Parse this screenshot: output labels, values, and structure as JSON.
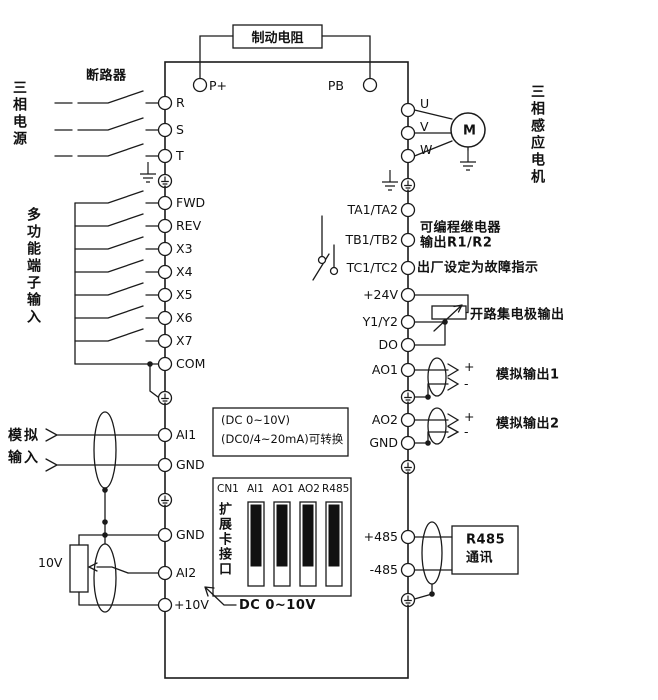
{
  "colors": {
    "line": "#1a1a1a",
    "bg": "#ffffff"
  },
  "top": {
    "brake_resistor": "制动电阻",
    "p_plus": "P+",
    "pb": "PB",
    "breaker": "断路器"
  },
  "left": {
    "supply_label": "三相电源",
    "phase_terminals": [
      "R",
      "S",
      "T"
    ],
    "multi_label": "多功能端子输入",
    "input_terminals": [
      "FWD",
      "REV",
      "X3",
      "X4",
      "X5",
      "X6",
      "X7",
      "COM"
    ],
    "analog_label": "模拟输入",
    "ai1": "AI1",
    "gnd_upper": "GND",
    "gnd_lower": "GND",
    "ai2": "AI2",
    "p10v": "+10V",
    "pot": "10V"
  },
  "center": {
    "note_line1": "(DC 0~10V)",
    "note_line2": "(DC0/4~20mA)可转换",
    "cn1": "CN1",
    "card_cols": [
      "AI1",
      "AO1",
      "AO2",
      "R485"
    ],
    "card_label": "扩展卡接口",
    "dc_range": "DC 0~10V"
  },
  "right": {
    "motor_label": "M",
    "motor_caption": "三相感应电机",
    "output_terminals": [
      "U",
      "V",
      "W"
    ],
    "relay_terminals": [
      "TA1/TA2",
      "TB1/TB2",
      "TC1/TC2"
    ],
    "relay_caption1": "可编程继电器",
    "relay_caption2": "输出R1/R2",
    "relay_caption3": "出厂设定为故障指示",
    "p24v": "+24V",
    "y1y2": "Y1/Y2",
    "do_label": "DO",
    "open_collector": "开路集电极输出",
    "ao1": "AO1",
    "ao2": "AO2",
    "gnd": "GND",
    "analog_out1": "模拟输出1",
    "analog_out2": "模拟输出2",
    "plus": "+",
    "minus": "-",
    "p485": "+485",
    "m485": "-485",
    "r485_line1": "R485",
    "r485_line2": "通讯"
  }
}
